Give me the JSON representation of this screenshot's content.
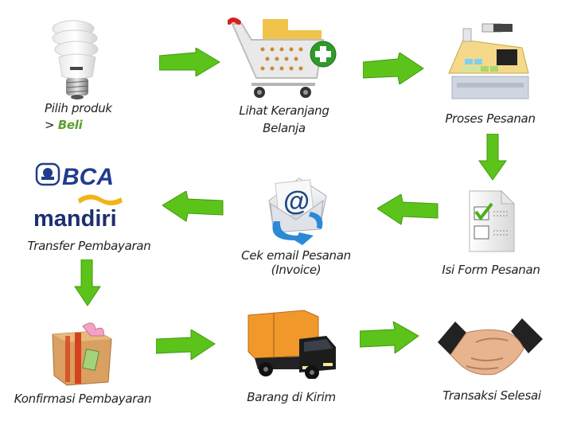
{
  "diagram": {
    "type": "process-flow",
    "title": "",
    "steps": [
      {
        "id": "pilih-produk",
        "order": 1,
        "label_line1": "Pilih produk",
        "label_prefix": "> ",
        "label_highlight": "Beli",
        "icon": "light-bulb-icon"
      },
      {
        "id": "lihat-keranjang",
        "order": 2,
        "label_line1": "Lihat Keranjang",
        "label_line2": "Belanja",
        "icon": "shopping-cart-add-icon"
      },
      {
        "id": "proses-pesanan",
        "order": 3,
        "label_line1": "Proses Pesanan",
        "icon": "cash-register-icon"
      },
      {
        "id": "isi-form",
        "order": 4,
        "label_line1": "Isi Form Pesanan",
        "icon": "form-checklist-icon"
      },
      {
        "id": "cek-email",
        "order": 5,
        "label_line1": "Cek email Pesanan",
        "label_line2": "(Invoice)",
        "icon": "email-icon"
      },
      {
        "id": "transfer",
        "order": 6,
        "label_line1": "Transfer Pembayaran",
        "icon": "bank-logos-icon",
        "banks": [
          "BCA",
          "mandiri"
        ]
      },
      {
        "id": "konfirmasi",
        "order": 7,
        "label_line1": "Konfirmasi Pembayaran",
        "icon": "gift-box-icon"
      },
      {
        "id": "barang-dikirim",
        "order": 8,
        "label_line1": "Barang di Kirim",
        "icon": "delivery-truck-icon"
      },
      {
        "id": "transaksi-selesai",
        "order": 9,
        "label_line1": "Transaksi Selesai",
        "icon": "handshake-icon"
      }
    ],
    "edges": [
      {
        "from": "pilih-produk",
        "to": "lihat-keranjang",
        "direction": "right"
      },
      {
        "from": "lihat-keranjang",
        "to": "proses-pesanan",
        "direction": "right"
      },
      {
        "from": "proses-pesanan",
        "to": "isi-form",
        "direction": "down"
      },
      {
        "from": "isi-form",
        "to": "cek-email",
        "direction": "left"
      },
      {
        "from": "cek-email",
        "to": "transfer",
        "direction": "left"
      },
      {
        "from": "transfer",
        "to": "konfirmasi",
        "direction": "down"
      },
      {
        "from": "konfirmasi",
        "to": "barang-dikirim",
        "direction": "right"
      },
      {
        "from": "barang-dikirim",
        "to": "transaksi-selesai",
        "direction": "right"
      }
    ],
    "colors": {
      "arrow": "#5cc31a",
      "arrow_dark": "#3f9a0c",
      "highlight_text": "#5aa02c",
      "bca_blue": "#1f3c8f",
      "mandiri_blue": "#1d2f6e",
      "mandiri_gold": "#f2b417"
    }
  }
}
